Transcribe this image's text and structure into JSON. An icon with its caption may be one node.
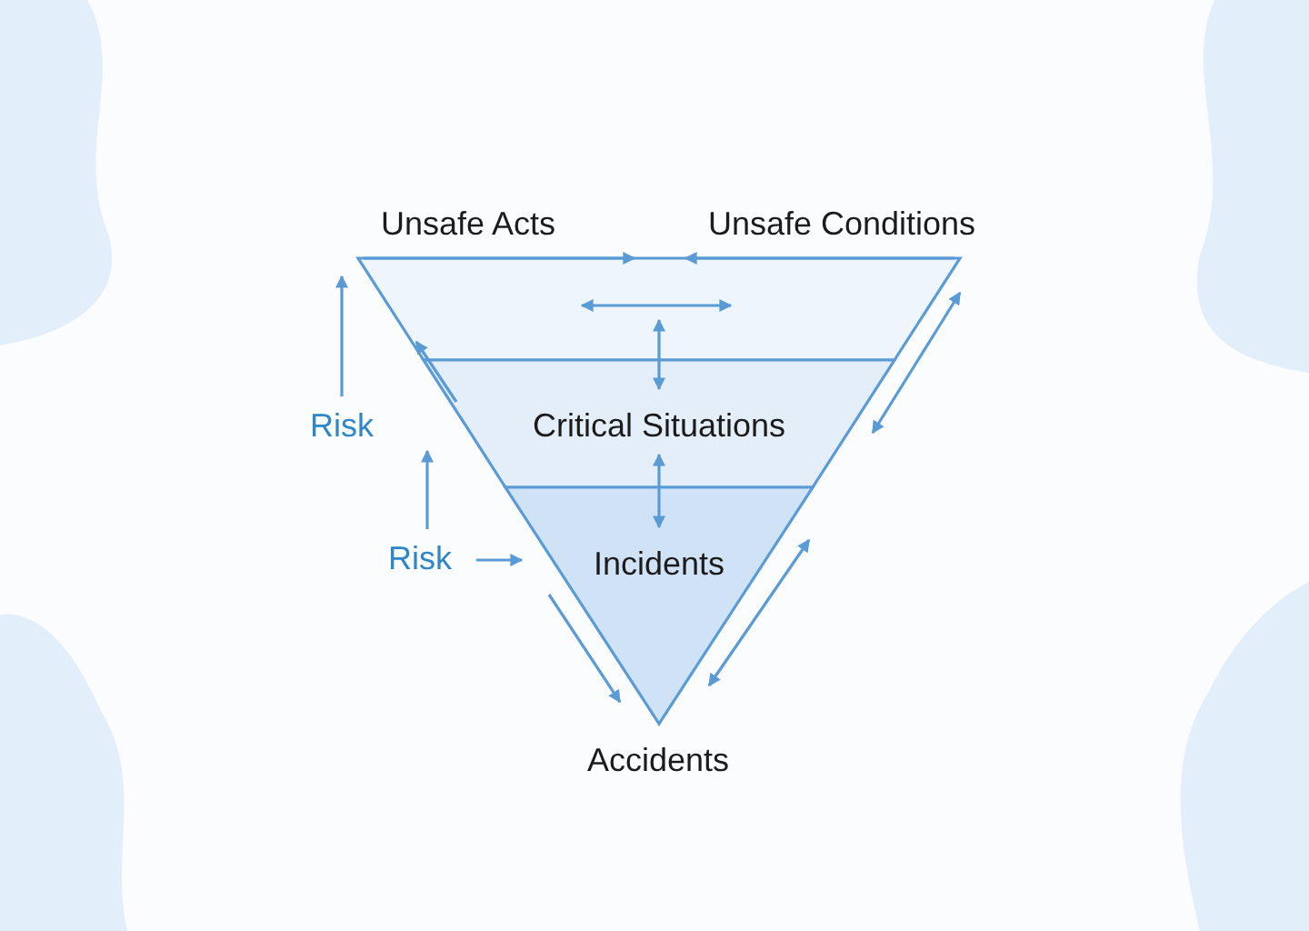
{
  "diagram": {
    "nodes": [
      {
        "text": [
          "Unsafe Acts"
        ]
      },
      {
        "text": [
          "Unsafe Conditions"
        ]
      },
      {
        "text": [],
        "shape": "band"
      },
      {
        "text": [
          "Critical Situations"
        ]
      },
      {
        "text": [
          "Incidents"
        ]
      },
      {
        "text": [
          "Accidents"
        ]
      },
      {
        "text": [
          "Risk"
        ]
      },
      {
        "text": [
          "Risk"
        ]
      }
    ],
    "edges": [
      {
        "from": 2,
        "to": 3,
        "arrow": "both"
      },
      {
        "from": 3,
        "to": 4,
        "arrow": "both"
      },
      {
        "from": 7,
        "to": 4,
        "arrow": "to"
      },
      {
        "from": 0,
        "to": 2,
        "arrow": "to"
      },
      {
        "from": 1,
        "to": 2,
        "arrow": "to"
      },
      {
        "from": 6,
        "to": 2,
        "arrow": "to"
      },
      {
        "from": 7,
        "to": 6,
        "arrow": "to"
      },
      {
        "from": 3,
        "to": 2,
        "arrow": "both"
      }
    ]
  }
}
